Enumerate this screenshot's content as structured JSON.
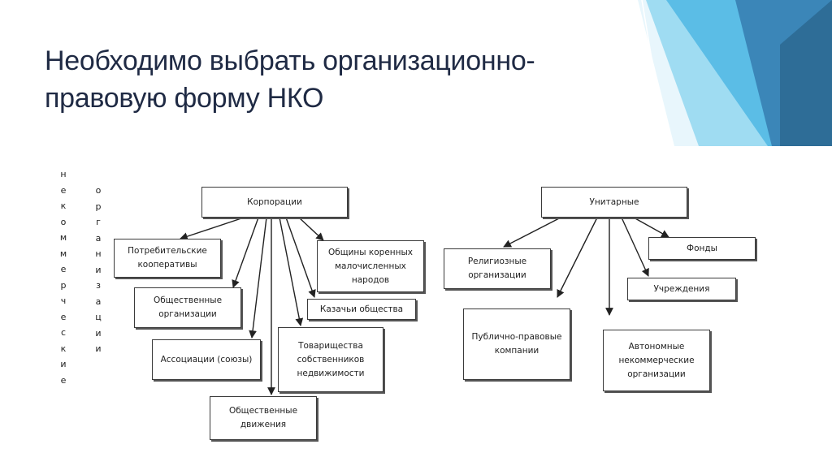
{
  "title": "Необходимо выбрать организационно-правовую форму НКО",
  "side_label_1": "некоммерческие",
  "side_label_2": "организации",
  "corporations": {
    "label": "Корпорации",
    "items": {
      "consumer_coops": "Потребительские кооперативы",
      "public_orgs": "Общественные организации",
      "associations": "Ассоциации (союзы)",
      "public_movements": "Общественные движения",
      "property_owners": "Товарищества собственников недвижимости",
      "cossack": "Казачьи общества",
      "indigenous": "Общины коренных малочисленных народов"
    }
  },
  "unitary": {
    "label": "Унитарные",
    "items": {
      "religious": "Религиозные организации",
      "public_law": "Публично-правовые компании",
      "autonomous": "Автономные некоммерческие организации",
      "funds": "Фонды",
      "institutions": "Учреждения"
    }
  },
  "colors": {
    "title": "#1f2a44",
    "accent_dark": "#2e6d97",
    "accent_mid": "#3f8fbf",
    "accent_light": "#7fc8e8"
  }
}
